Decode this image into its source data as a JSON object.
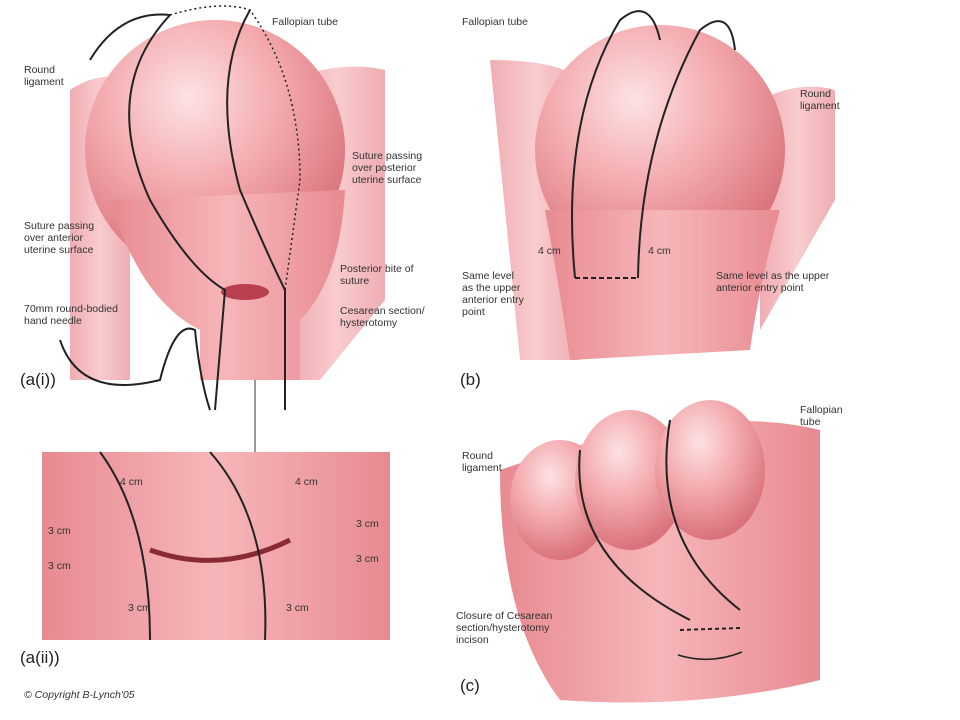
{
  "figure": {
    "copyright": "© Copyright B-Lynch'05",
    "panels": {
      "a_i": {
        "tag": "(a(i))",
        "labels": {
          "fallopian_tube": "Fallopian tube",
          "round_ligament": "Round\nligament",
          "suture_posterior": "Suture passing\nover posterior\nuterine surface",
          "suture_anterior": "Suture passing\nover anterior\nuterine surface",
          "posterior_bite": "Posterior bite of\nsuture",
          "cesarean": "Cesarean section/\nhysterotomy",
          "needle": "70mm round-bodied\nhand needle"
        }
      },
      "a_ii": {
        "tag": "(a(ii))",
        "measures": {
          "top_left": "4 cm",
          "top_right": "4 cm",
          "l1": "3 cm",
          "l2": "3 cm",
          "r1": "3 cm",
          "r2": "3 cm",
          "bottom_left": "3 cm",
          "bottom_right": "3 cm"
        }
      },
      "b": {
        "tag": "(b)",
        "labels": {
          "fallopian_tube": "Fallopian tube",
          "round_ligament": "Round\nligament",
          "left_measure": "4 cm",
          "right_measure": "4 cm",
          "same_level_left": "Same level\nas the upper\nanterior entry\npoint",
          "same_level_right": "Same level as the upper\nanterior entry point"
        }
      },
      "c": {
        "tag": "(c)",
        "labels": {
          "fallopian_tube": "Fallopian\ntube",
          "round_ligament": "Round\nligament",
          "closure": "Closure of Cesarean\nsection/hysterotomy\nincison"
        }
      }
    },
    "colors": {
      "tissue": "#f2a3a8",
      "tissue_dark": "#d8737c",
      "suture": "#222222"
    }
  }
}
